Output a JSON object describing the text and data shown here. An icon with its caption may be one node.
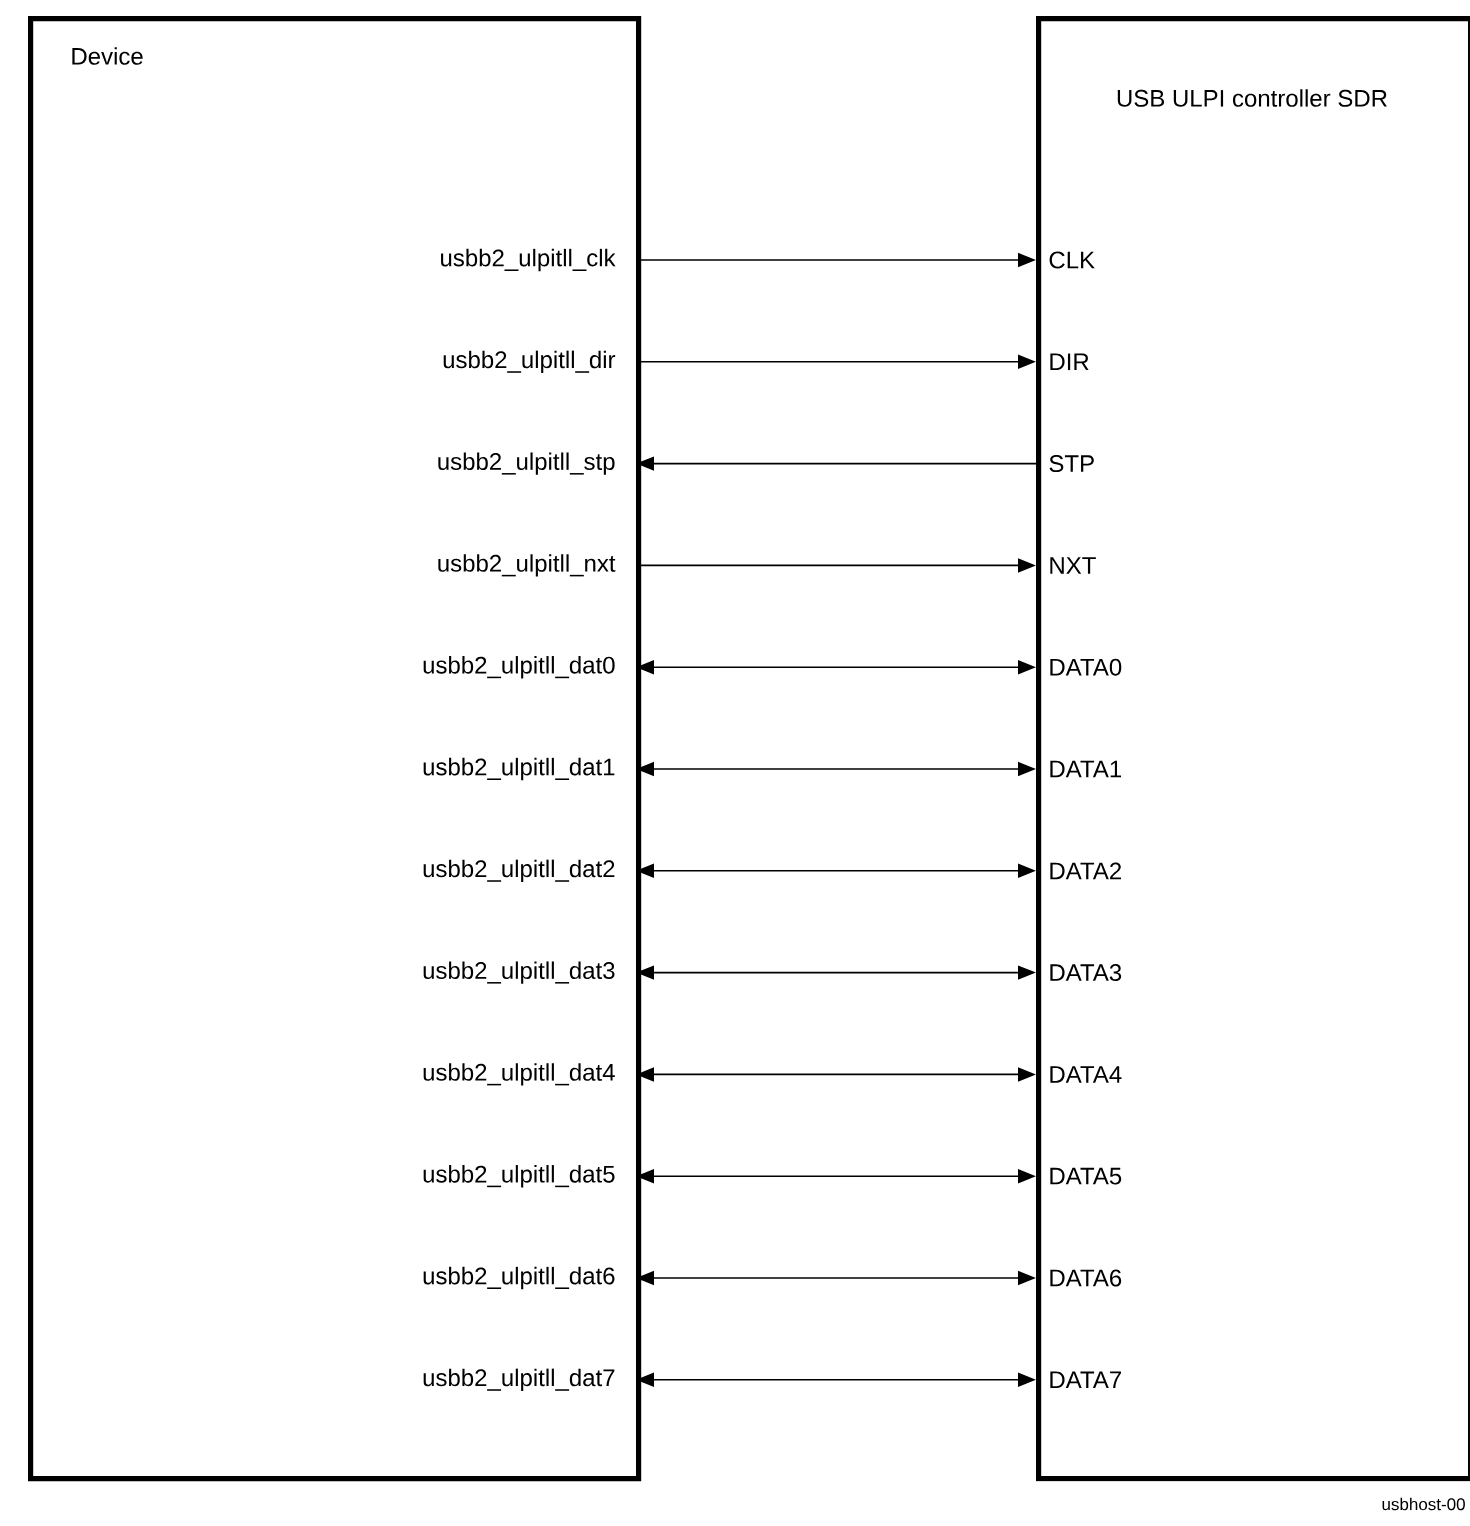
{
  "diagram": {
    "nodes": [
      {
        "text": [
          "Device"
        ]
      },
      {
        "text": [
          "USB ULPI controller SDR"
        ]
      },
      {
        "text": [
          "usbb2_ulpitll_clk"
        ],
        "in": 0
      },
      {
        "text": [
          "usbb2_ulpitll_dir"
        ],
        "in": 0
      },
      {
        "text": [
          "usbb2_ulpitll_stp"
        ],
        "in": 0
      },
      {
        "text": [
          "usbb2_ulpitll_nxt"
        ],
        "in": 0
      },
      {
        "text": [
          "usbb2_ulpitll_dat0"
        ],
        "in": 0
      },
      {
        "text": [
          "usbb2_ulpitll_dat1"
        ],
        "in": 0
      },
      {
        "text": [
          "usbb2_ulpitll_dat2"
        ],
        "in": 0
      },
      {
        "text": [
          "usbb2_ulpitll_dat3"
        ],
        "in": 0
      },
      {
        "text": [
          "usbb2_ulpitll_dat4"
        ],
        "in": 0
      },
      {
        "text": [
          "usbb2_ulpitll_dat5"
        ],
        "in": 0
      },
      {
        "text": [
          "usbb2_ulpitll_dat6"
        ],
        "in": 0
      },
      {
        "text": [
          "usbb2_ulpitll_dat7"
        ],
        "in": 0
      },
      {
        "text": [
          "CLK"
        ],
        "in": 1
      },
      {
        "text": [
          "DIR"
        ],
        "in": 1
      },
      {
        "text": [
          "STP"
        ],
        "in": 1
      },
      {
        "text": [
          "NXT"
        ],
        "in": 1
      },
      {
        "text": [
          "DATA0"
        ],
        "in": 1
      },
      {
        "text": [
          "DATA1"
        ],
        "in": 1
      },
      {
        "text": [
          "DATA2"
        ],
        "in": 1
      },
      {
        "text": [
          "DATA3"
        ],
        "in": 1
      },
      {
        "text": [
          "DATA4"
        ],
        "in": 1
      },
      {
        "text": [
          "DATA5"
        ],
        "in": 1
      },
      {
        "text": [
          "DATA6"
        ],
        "in": 1
      },
      {
        "text": [
          "DATA7"
        ],
        "in": 1
      }
    ],
    "edges": [
      {
        "from": 2,
        "to": 14,
        "arrow": "to"
      },
      {
        "from": 3,
        "to": 15,
        "arrow": "to"
      },
      {
        "from": 16,
        "to": 4,
        "arrow": "to"
      },
      {
        "from": 5,
        "to": 17,
        "arrow": "to"
      },
      {
        "from": 6,
        "to": 18,
        "arrow": "both"
      },
      {
        "from": 7,
        "to": 19,
        "arrow": "both"
      },
      {
        "from": 8,
        "to": 20,
        "arrow": "both"
      },
      {
        "from": 9,
        "to": 21,
        "arrow": "both"
      },
      {
        "from": 10,
        "to": 22,
        "arrow": "both"
      },
      {
        "from": 11,
        "to": 23,
        "arrow": "both"
      },
      {
        "from": 12,
        "to": 24,
        "arrow": "both"
      },
      {
        "from": 13,
        "to": 25,
        "arrow": "both"
      }
    ],
    "labels": [
      "usbhost-00"
    ]
  }
}
